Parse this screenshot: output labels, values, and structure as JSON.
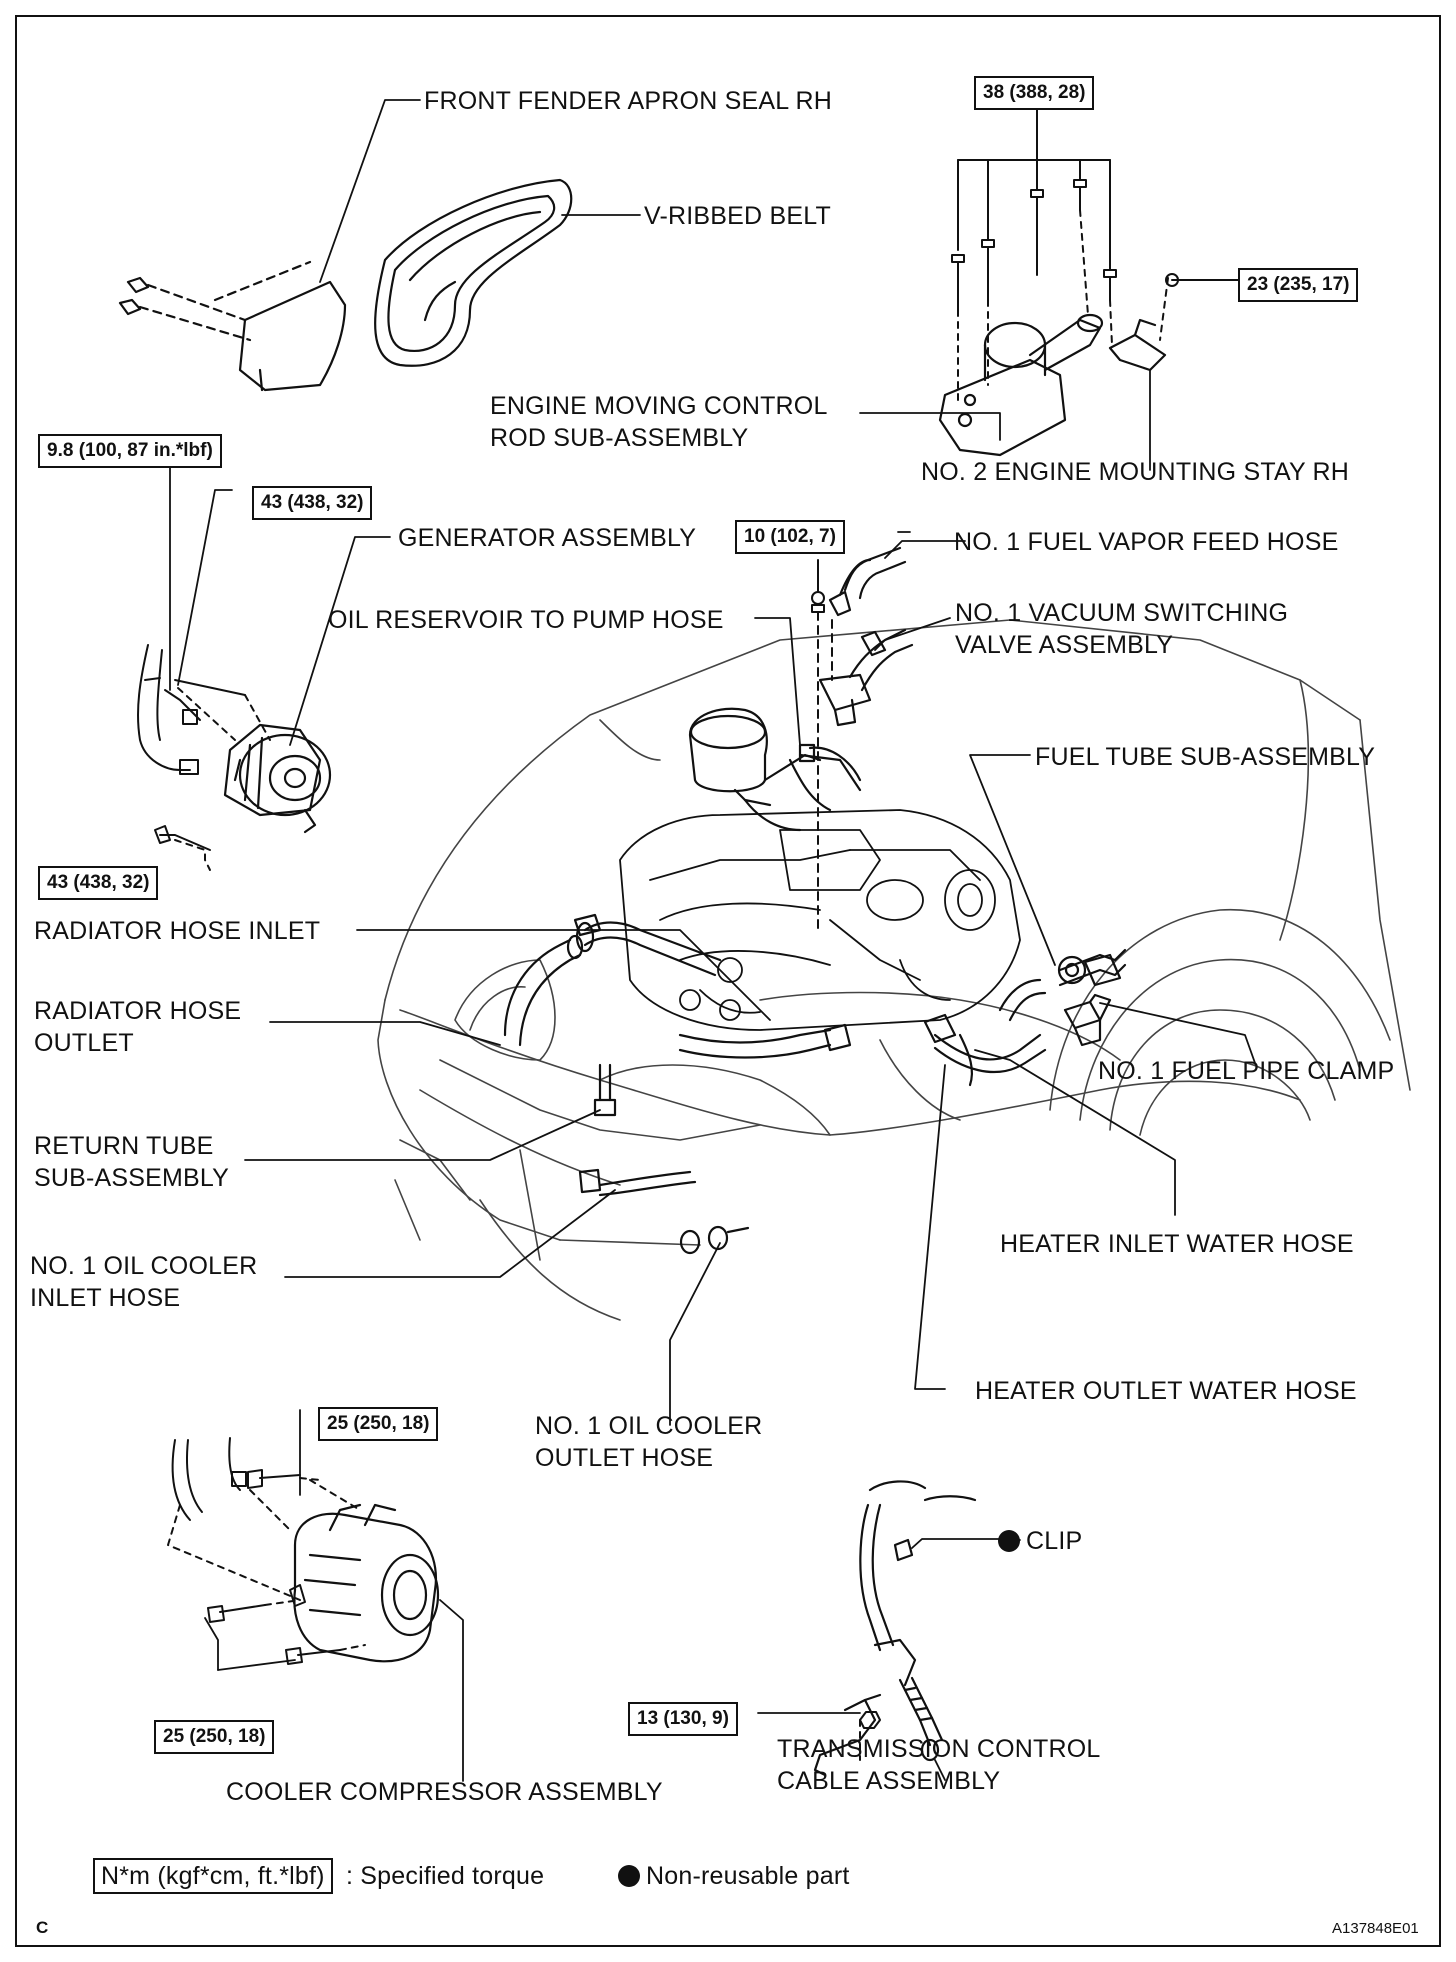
{
  "labels": {
    "front_fender_apron_seal": "FRONT FENDER APRON SEAL RH",
    "v_ribbed_belt": "V-RIBBED BELT",
    "engine_moving_control_rod": "ENGINE MOVING CONTROL\nROD SUB-ASSEMBLY",
    "no2_engine_mounting_stay": "NO. 2 ENGINE MOUNTING STAY RH",
    "generator_assembly": "GENERATOR ASSEMBLY",
    "no1_fuel_vapor_feed_hose": "NO. 1 FUEL VAPOR FEED HOSE",
    "oil_reservoir_to_pump_hose": "OIL RESERVOIR TO PUMP HOSE",
    "no1_vacuum_switching_valve": "NO. 1 VACUUM SWITCHING\nVALVE ASSEMBLY",
    "fuel_tube_sub_assembly": "FUEL TUBE SUB-ASSEMBLY",
    "radiator_hose_inlet": "RADIATOR HOSE INLET",
    "radiator_hose_outlet": "RADIATOR HOSE\nOUTLET",
    "no1_fuel_pipe_clamp": "NO. 1 FUEL PIPE CLAMP",
    "return_tube_sub_assembly": "RETURN TUBE\nSUB-ASSEMBLY",
    "heater_inlet_water_hose": "HEATER INLET WATER HOSE",
    "no1_oil_cooler_inlet_hose": "NO. 1 OIL COOLER\nINLET HOSE",
    "heater_outlet_water_hose": "HEATER OUTLET WATER HOSE",
    "no1_oil_cooler_outlet_hose": "NO. 1 OIL COOLER\nOUTLET HOSE",
    "clip": "CLIP",
    "transmission_control_cable": "TRANSMISSION CONTROL\nCABLE ASSEMBLY",
    "cooler_compressor_assembly": "COOLER COMPRESSOR ASSEMBLY"
  },
  "torques": {
    "control_rod_bolts": "38 (388, 28)",
    "mounting_stay_nut": "23 (235, 17)",
    "generator_terminal_nut": "9.8 (100, 87 in.*lbf)",
    "generator_upper_bolt": "43 (438, 32)",
    "generator_lower_bolt": "43 (438, 32)",
    "vsv_bolt": "10 (102, 7)",
    "compressor_upper_bolt": "25 (250, 18)",
    "compressor_lower_bolts": "25 (250, 18)",
    "transmission_cable_nut": "13 (130, 9)"
  },
  "legend": {
    "torque_unit_box": "N*m (kgf*cm, ft.*lbf)",
    "torque_text": ": Specified torque",
    "non_reusable_text": "Non-reusable part"
  },
  "footer": {
    "corner_letter": "C",
    "figure_id": "A137848E01"
  }
}
